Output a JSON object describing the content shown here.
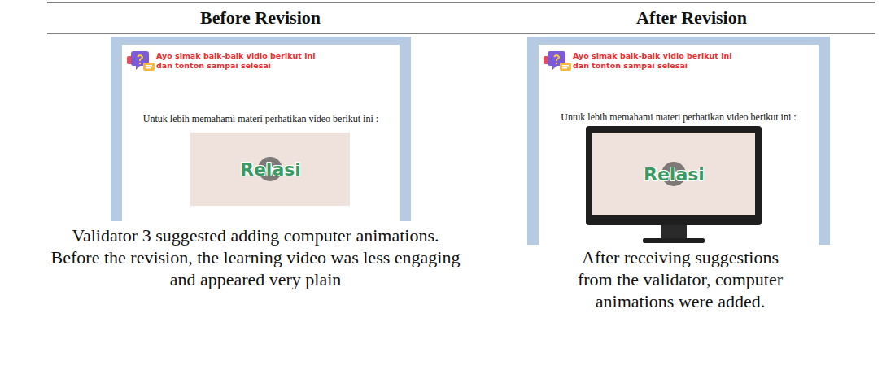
{
  "diagram": {
    "nodes": [
      {
        "text": [
          "Ayo simak baik-baik vidio berikut ini dan tonton sampai selesai",
          "Untuk lebih memahami materi perhatikan video berikut ini :"
        ]
      },
      {
        "text": [
          "Relasi"
        ],
        "in": 0
      },
      {
        "text": [
          "Ayo simak baik-baik vidio berikut ini dan tonton sampai selesai",
          "Untuk lebih memahami materi perhatikan video berikut ini :"
        ]
      },
      {
        "text": [
          "Relasi"
        ],
        "in": 2
      }
    ],
    "labels": [
      "Before Revision",
      "After Revision",
      "Validator 3 suggested adding computer animations. Before the revision, the learning video was less engaging and appeared very plain",
      "After receiving suggestions from the validator, computer animations were added."
    ]
  }
}
